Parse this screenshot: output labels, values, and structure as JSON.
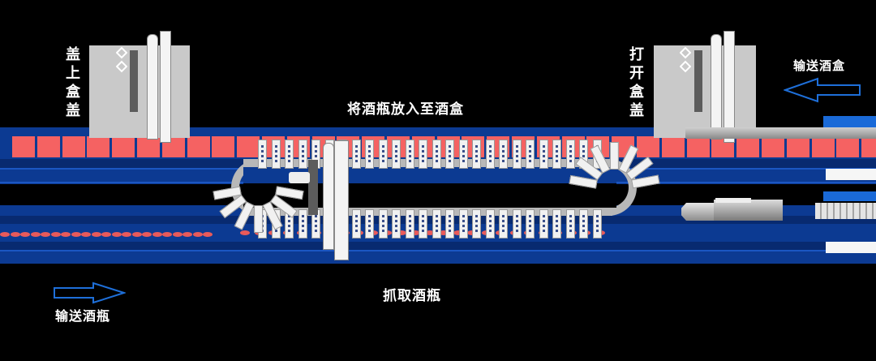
{
  "labels": {
    "cap_box_lid": "盖上盒盖",
    "open_box_lid": "打开盒盖",
    "place_bottle_in_box": "将酒瓶放入至酒盒",
    "convey_box": "输送酒盒",
    "convey_bottle": "输送酒瓶",
    "grab_bottle": "抓取酒瓶"
  },
  "arrows": {
    "box_direction": "left",
    "bottle_direction": "right"
  },
  "colors": {
    "background": "#000000",
    "conveyor_blue": "#0c3a92",
    "conveyor_dark": "#082a70",
    "box_slot_red": "#f56262",
    "arrow_outline": "#1e6fd9",
    "station_gray": "#c9c9c9",
    "gripper_white": "#f1f1f1",
    "text": "#ffffff"
  },
  "layout": {
    "box_slot_count": 36,
    "bottle_dot_count": 21,
    "top_gripper_count": 26,
    "bottom_gripper_count": 26
  }
}
